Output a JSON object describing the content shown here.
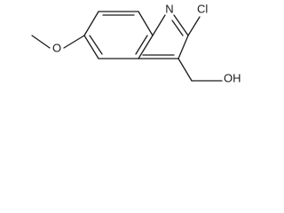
{
  "molecule": {
    "labels": {
      "nitrogen": "N",
      "chlorine": "Cl",
      "oxygen_methoxy": "O",
      "hydroxyl": "OH"
    }
  }
}
